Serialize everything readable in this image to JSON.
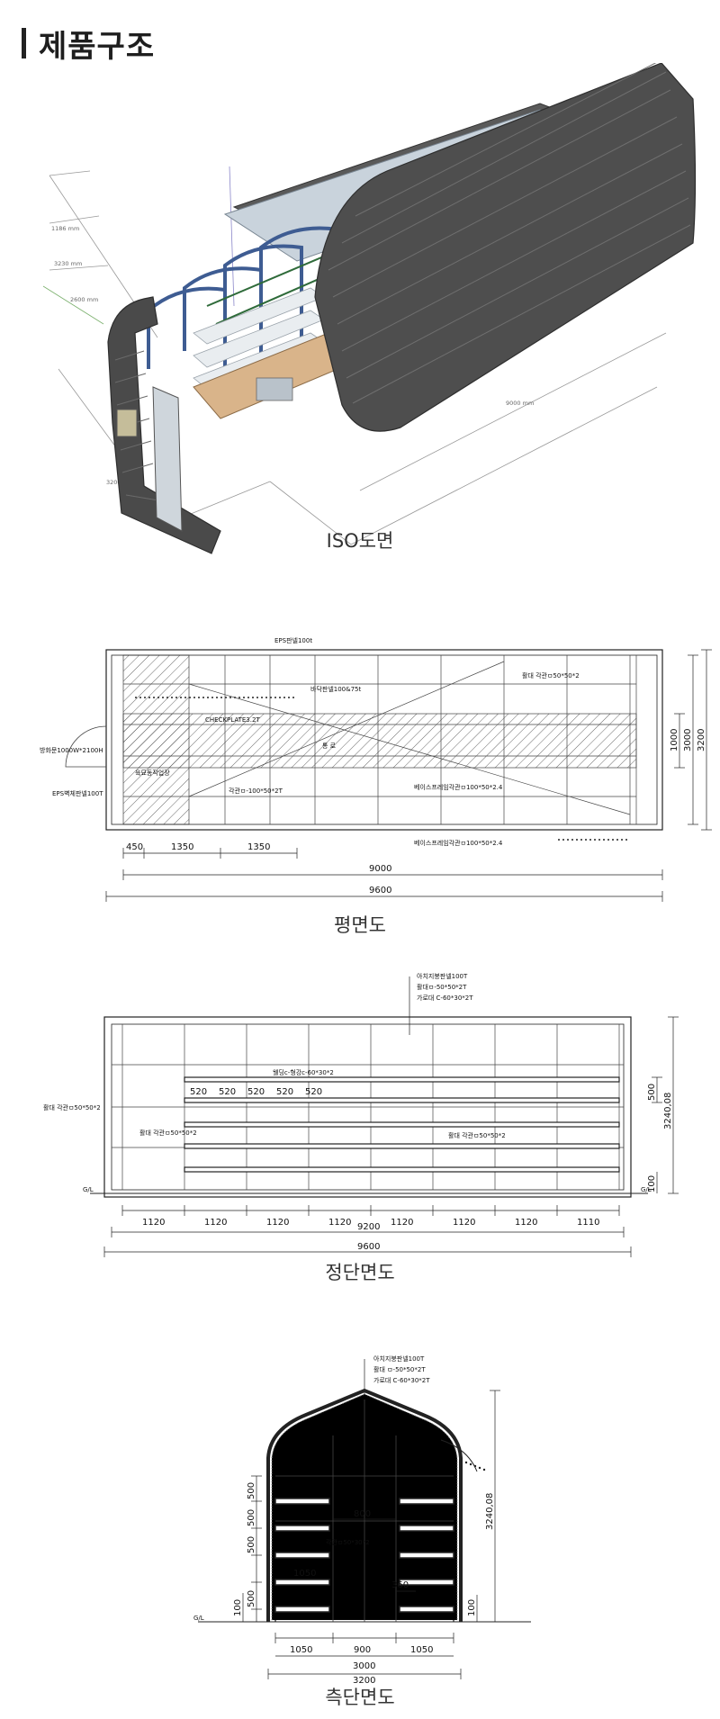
{
  "page_title": "제품구조",
  "iso": {
    "caption": "ISO도면",
    "dims": {
      "h1": "1186 mm",
      "h2": "3230 mm",
      "h3": "2600 mm",
      "w": "3200 mm",
      "l": "9000 mm"
    }
  },
  "plan": {
    "caption": "평면도",
    "labels": {
      "eps_top": "EPS판넬100t",
      "floor": "바닥판넬100&75t",
      "beam": "활대 각관ㅁ50*50*2",
      "checkplate": "CHECKPLATE3.2T",
      "aisle": "통 로",
      "door": "방화문1000W*2100H",
      "entry": "육묘동작업장",
      "post": "각관ㅁ-100*50*2T",
      "base": "베이스프레임각관ㅁ100*50*2.4",
      "base2": "베이스프레임각관ㅁ100*50*2.4",
      "eps_wall": "EPS벽체판넬100T"
    },
    "dims": {
      "d450": "450",
      "d1350a": "1350",
      "d1350b": "1350",
      "d9000": "9000",
      "d9600": "9600",
      "d1000": "1000",
      "d3000": "3000",
      "d3200": "3200"
    }
  },
  "front": {
    "caption": "정단면도",
    "labels": {
      "arch": "아치지붕판넬100T",
      "bar": "활대ㅁ-50*50*2T",
      "cross": "가로대 C-60*30*2T",
      "welding": "웰딩c-형강c-60*30*2",
      "left_beam": "활대 각관ㅁ50*50*2",
      "mid_beam": "활대 각관ㅁ50*50*2",
      "right_beam": "활대 각관ㅁ50*50*2",
      "gl_left": "G/L",
      "gl_right": "G/L"
    },
    "dims": {
      "shelf": [
        "520",
        "520",
        "520",
        "520",
        "520"
      ],
      "bays": [
        "1120",
        "1120",
        "1120",
        "1120",
        "1120",
        "1120",
        "1120",
        "1110"
      ],
      "d9200": "9200",
      "d9600": "9600",
      "d500": "500",
      "d3240": "3240,08",
      "d100": "100"
    }
  },
  "side": {
    "caption": "측단면도",
    "labels": {
      "arch": "아치지붕판넬100T",
      "bar": "활대 ㅁ-50*50*2T",
      "cross": "가로대 C-60*30*2T",
      "post": "각관ㅁ50*30*2",
      "gl": "G/L"
    },
    "dims": {
      "left_v": [
        "500",
        "500",
        "500",
        "500"
      ],
      "d100": "100",
      "d800": "800",
      "d1050_in": "1050",
      "d360": "360",
      "bottom": [
        "1050",
        "900",
        "1050"
      ],
      "d3000": "3000",
      "d3200": "3200",
      "d3240": "3240,08",
      "d100r": "100"
    }
  }
}
